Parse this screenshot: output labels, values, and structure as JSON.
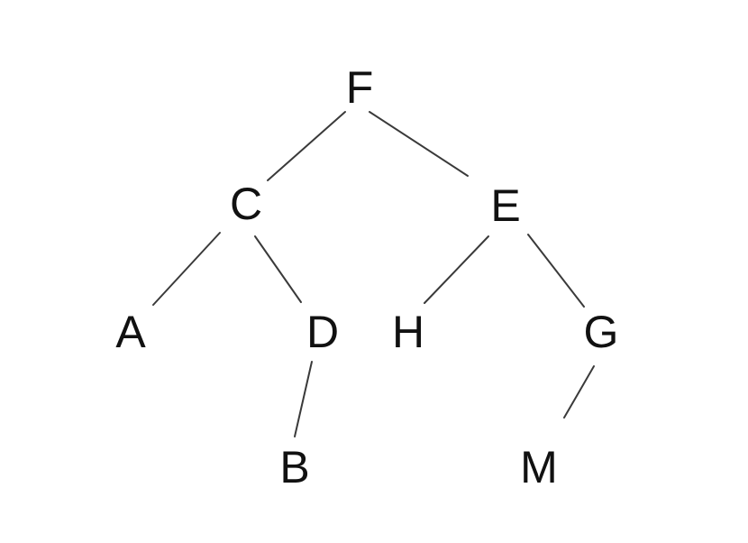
{
  "tree": {
    "colors": {
      "edge": "#3a3a3a",
      "label": "#111111",
      "background": "#ffffff"
    },
    "nodes": [
      {
        "id": "F",
        "label": "F"
      },
      {
        "id": "C",
        "label": "C"
      },
      {
        "id": "E",
        "label": "E"
      },
      {
        "id": "A",
        "label": "A"
      },
      {
        "id": "D",
        "label": "D"
      },
      {
        "id": "H",
        "label": "H"
      },
      {
        "id": "G",
        "label": "G"
      },
      {
        "id": "B",
        "label": "B"
      },
      {
        "id": "M",
        "label": "M"
      }
    ],
    "edges": [
      {
        "from": "F",
        "to": "C"
      },
      {
        "from": "F",
        "to": "E"
      },
      {
        "from": "C",
        "to": "A"
      },
      {
        "from": "C",
        "to": "D"
      },
      {
        "from": "E",
        "to": "H"
      },
      {
        "from": "E",
        "to": "G"
      },
      {
        "from": "D",
        "to": "B"
      },
      {
        "from": "G",
        "to": "M"
      }
    ]
  }
}
